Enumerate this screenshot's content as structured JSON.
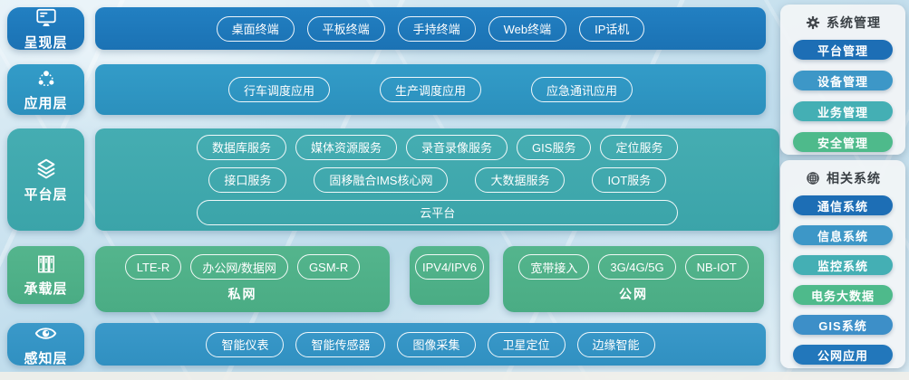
{
  "palette": {
    "presentation_blue": "#1e78ba",
    "application_blue": "#2f96c2",
    "platform_teal": "#40a9ae",
    "bearer_green": "#4fb189",
    "perception_blue": "#3392c5",
    "btn_dark_blue": "#1d6eb5",
    "btn_mid_blue": "#3d97c7",
    "btn_teal": "#44afb4",
    "btn_green": "#4eba8b",
    "btn_gis_blue": "#3d8fc8",
    "btn_public_blue": "#2277bb"
  },
  "layers": [
    {
      "label": "呈现层",
      "icon": "monitor-icon"
    },
    {
      "label": "应用层",
      "icon": "share-nodes-icon"
    },
    {
      "label": "平台层",
      "icon": "layers-icon"
    },
    {
      "label": "承载层",
      "icon": "server-rack-icon"
    },
    {
      "label": "感知层",
      "icon": "eye-icon"
    }
  ],
  "rows": {
    "presentation": {
      "items": [
        "桌面终端",
        "平板终端",
        "手持终端",
        "Web终端",
        "IP话机"
      ]
    },
    "application": {
      "items": [
        "行车调度应用",
        "生产调度应用",
        "应急通讯应用"
      ]
    },
    "platform": {
      "line1": [
        "数据库服务",
        "媒体资源服务",
        "录音录像服务",
        "GIS服务",
        "定位服务"
      ],
      "line2": [
        "接口服务",
        "固移融合IMS核心网",
        "大数据服务",
        "IOT服务"
      ],
      "line3": [
        "云平台"
      ]
    },
    "bearer": {
      "private_net": {
        "label": "私网",
        "items": [
          "LTE-R",
          "办公网/数据网",
          "GSM-R"
        ]
      },
      "middle": {
        "items": [
          "IPV4/IPV6"
        ]
      },
      "public_net": {
        "label": "公网",
        "items": [
          "宽带接入",
          "3G/4G/5G",
          "NB-IOT"
        ]
      }
    },
    "perception": {
      "items": [
        "智能仪表",
        "智能传感器",
        "图像采集",
        "卫星定位",
        "边缘智能"
      ]
    }
  },
  "sidebar": {
    "system_management": {
      "title": "系统管理",
      "icon": "gear-icon",
      "items": [
        "平台管理",
        "设备管理",
        "业务管理",
        "安全管理"
      ]
    },
    "related_systems": {
      "title": "相关系统",
      "icon": "globe-icon",
      "items": [
        "通信系统",
        "信息系统",
        "监控系统",
        "电务大数据",
        "GIS系统",
        "公网应用"
      ]
    }
  }
}
